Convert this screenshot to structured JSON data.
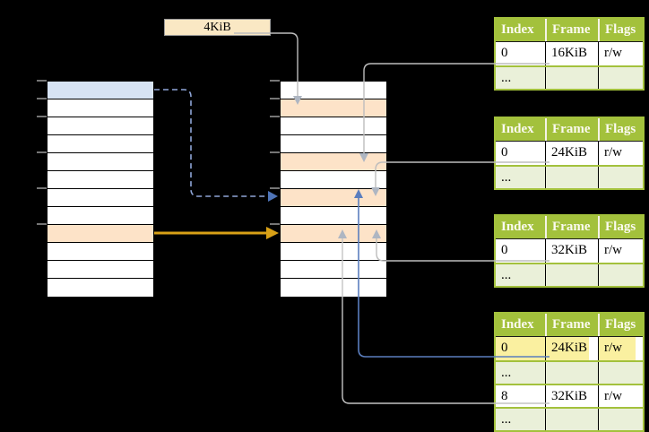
{
  "diagram": {
    "page_size_label": "4KiB",
    "ellipsis": "...",
    "page_tables": [
      {
        "header": [
          "Index",
          "Frame",
          "Flags"
        ],
        "rows": [
          [
            "0",
            "16KiB",
            "r/w"
          ],
          [
            "...",
            "",
            ""
          ]
        ]
      },
      {
        "header": [
          "Index",
          "Frame",
          "Flags"
        ],
        "rows": [
          [
            "0",
            "24KiB",
            "r/w"
          ],
          [
            "...",
            "",
            ""
          ]
        ]
      },
      {
        "header": [
          "Index",
          "Frame",
          "Flags"
        ],
        "rows": [
          [
            "0",
            "32KiB",
            "r/w"
          ],
          [
            "...",
            "",
            ""
          ]
        ]
      },
      {
        "header": [
          "Index",
          "Frame",
          "Flags"
        ],
        "rows": [
          [
            "0",
            "24KiB",
            "r/w"
          ],
          [
            "...",
            "",
            ""
          ],
          [
            "8",
            "32KiB",
            "r/w"
          ],
          [
            "...",
            "",
            ""
          ]
        ]
      }
    ],
    "colors": {
      "background": "#000000",
      "table_header_green": "#a3c13c",
      "table_row_light_green": "#eaf0d9",
      "highlight_yellow": "#faf0a0",
      "label_box_cream": "#fae8c4",
      "row_blue": "#d7e3f4",
      "row_orange": "#fde3c8",
      "arrow_gray": "#bdbdbd",
      "arrow_blue": "#5b7ebe",
      "arrow_dashed_blue": "#8fa6d8",
      "arrow_orange": "#d9a117",
      "tick_gray": "#757575"
    }
  }
}
